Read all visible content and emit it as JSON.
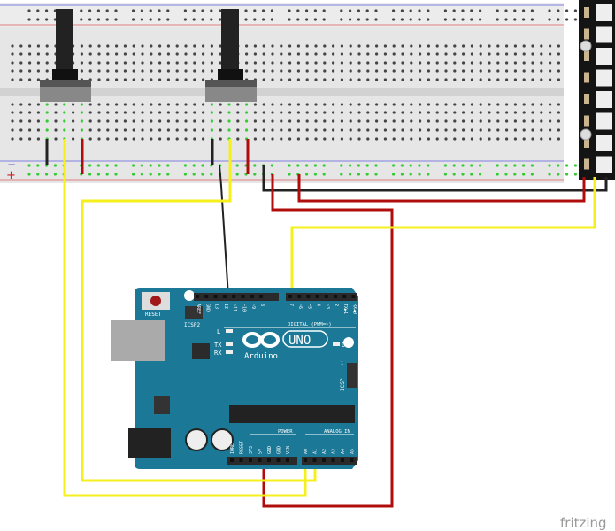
{
  "breadboard": {
    "minus_label": "−",
    "plus_label": "+"
  },
  "arduino": {
    "reset_label": "RESET",
    "icsp2_label": "ICSP2",
    "digital_pins": [
      "AREF",
      "GND",
      "13",
      "12",
      "~11",
      "~10",
      "~9",
      "8",
      "7",
      "~6",
      "~5",
      "4",
      "~3",
      "2",
      "TX▶1",
      "RX◀0"
    ],
    "digital_label": "DIGITAL (PWM=~)",
    "led_l": "L",
    "led_tx": "TX",
    "led_rx": "RX",
    "led_on": "ON",
    "brand": "Arduino",
    "model": "UNO",
    "icsp_label": "ICSP",
    "icsp_pin1": "1",
    "power_label": "POWER",
    "power_pins": [
      "IOREF",
      "RESET",
      "3V3",
      "5V",
      "GND",
      "GND",
      "VIN"
    ],
    "analog_label": "ANALOG IN",
    "analog_pins": [
      "A0",
      "A1",
      "A2",
      "A3",
      "A4",
      "A5"
    ]
  },
  "colors": {
    "board": "#1b7896",
    "wire_yellow": "#f5ef1c",
    "wire_red": "#b00c0c",
    "wire_black": "#222222",
    "breadboard": "#e8e8e8"
  },
  "watermark": "fritzing"
}
